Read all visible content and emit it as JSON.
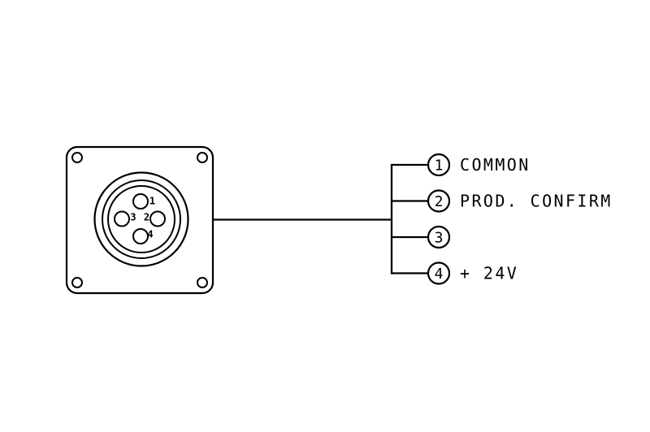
{
  "colors": {
    "line": "#000000",
    "background": "#ffffff"
  },
  "connector": {
    "pins": [
      {
        "number": "1"
      },
      {
        "number": "2"
      },
      {
        "number": "3"
      },
      {
        "number": "4"
      }
    ]
  },
  "terminals": [
    {
      "number": "1",
      "label": "COMMON"
    },
    {
      "number": "2",
      "label": "PROD. CONFIRM"
    },
    {
      "number": "3",
      "label": ""
    },
    {
      "number": "4",
      "label": "+ 24V"
    }
  ]
}
